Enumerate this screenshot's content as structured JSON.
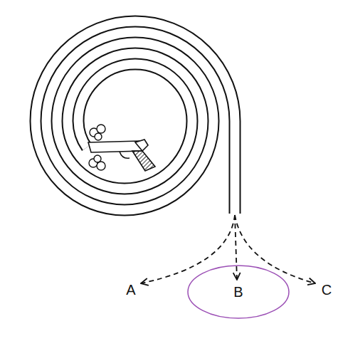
{
  "diagram": {
    "nodes": [
      {
        "text": [
          "B"
        ]
      }
    ],
    "labels": [
      "A",
      "C"
    ]
  }
}
